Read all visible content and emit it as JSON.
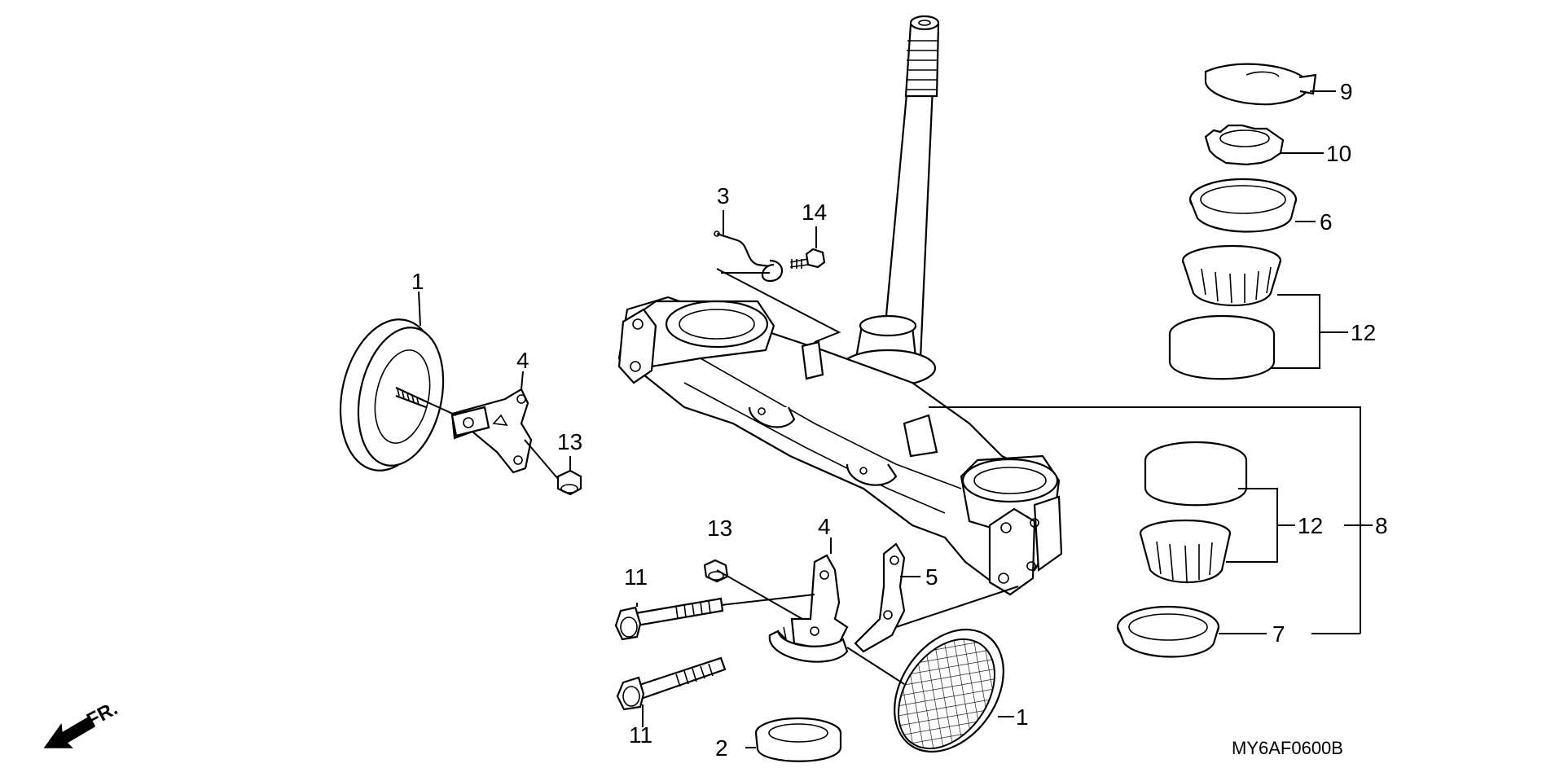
{
  "diagram": {
    "code": "MY6AF0600B",
    "direction": "FR.",
    "labels": {
      "p1_left": "1",
      "p1_right": "1",
      "p2": "2",
      "p3": "3",
      "p4_left": "4",
      "p4_center": "4",
      "p5": "5",
      "p6": "6",
      "p7": "7",
      "p8": "8",
      "p9": "9",
      "p10": "10",
      "p11_top": "11",
      "p11_bottom": "11",
      "p12_upper": "12",
      "p12_lower": "12",
      "p13_left": "13",
      "p13_center": "13",
      "p14": "14"
    }
  }
}
